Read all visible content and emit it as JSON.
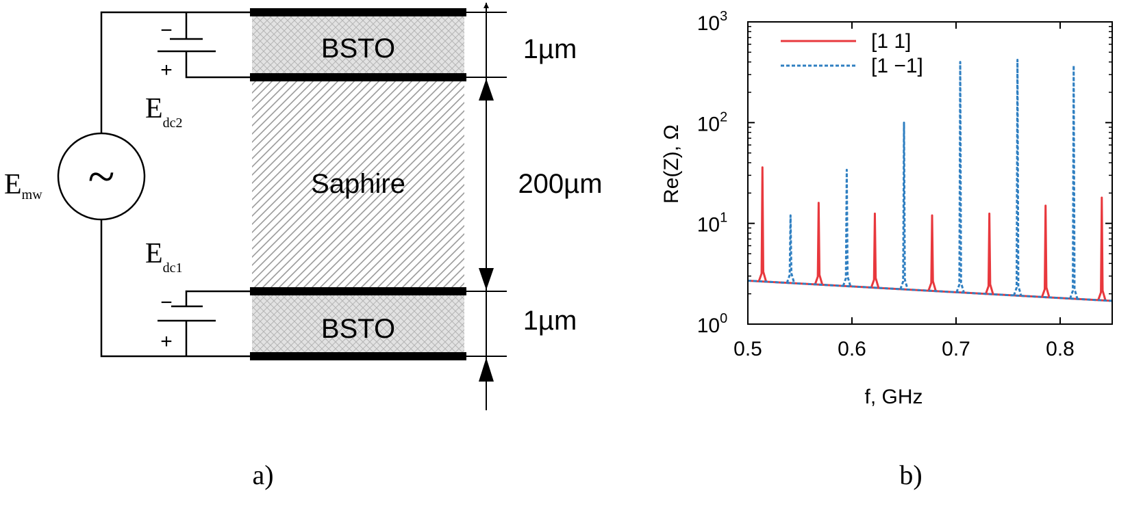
{
  "diagram": {
    "layers": {
      "top_bsto": "BSTO",
      "sapphire": "Saphire",
      "bottom_bsto": "BSTO"
    },
    "dimensions": {
      "top": "1µm",
      "middle": "200µm",
      "bottom": "1µm"
    },
    "sources": {
      "microwave_main": "E",
      "microwave_sub": "mw",
      "dc2_main": "E",
      "dc2_sub": "dc2",
      "dc1_main": "E",
      "dc1_sub": "dc1",
      "ac_symbol": "~",
      "minus": "−",
      "plus": "+"
    },
    "colors": {
      "wire": "#000000",
      "electrode": "#000000",
      "bsto_fill": "#dcdcdc",
      "hatch": "#9a9a9a"
    }
  },
  "chart_data": {
    "type": "line",
    "xlabel": "f, GHz",
    "ylabel": "Re(Z), Ω",
    "xlim": [
      0.5,
      0.85
    ],
    "ylim": [
      1,
      1000
    ],
    "yscale": "log",
    "xticks": [
      "0.5",
      "0.6",
      "0.7",
      "0.8"
    ],
    "xtick_values": [
      0.5,
      0.6,
      0.7,
      0.8
    ],
    "yticks": [
      {
        "base": "10",
        "exp": "0",
        "value": 1
      },
      {
        "base": "10",
        "exp": "1",
        "value": 10
      },
      {
        "base": "10",
        "exp": "2",
        "value": 100
      },
      {
        "base": "10",
        "exp": "3",
        "value": 1000
      }
    ],
    "baseline": {
      "x": [
        0.5,
        0.85
      ],
      "y": [
        2.7,
        1.7
      ]
    },
    "legend_position": "top-left",
    "series": [
      {
        "name": "[1 1]",
        "color": "#e8383d",
        "style": "solid",
        "peaks": [
          {
            "x": 0.514,
            "y": 36
          },
          {
            "x": 0.568,
            "y": 16
          },
          {
            "x": 0.622,
            "y": 12.5
          },
          {
            "x": 0.677,
            "y": 12
          },
          {
            "x": 0.732,
            "y": 12.5
          },
          {
            "x": 0.786,
            "y": 15
          },
          {
            "x": 0.84,
            "y": 18
          }
        ]
      },
      {
        "name": "[1 −1]",
        "color": "#2f7fc1",
        "style": "dashed",
        "peaks": [
          {
            "x": 0.541,
            "y": 12
          },
          {
            "x": 0.595,
            "y": 34
          },
          {
            "x": 0.65,
            "y": 100
          },
          {
            "x": 0.704,
            "y": 400
          },
          {
            "x": 0.759,
            "y": 420
          },
          {
            "x": 0.813,
            "y": 370
          }
        ]
      }
    ]
  },
  "captions": {
    "a": "a)",
    "b": "b)"
  }
}
